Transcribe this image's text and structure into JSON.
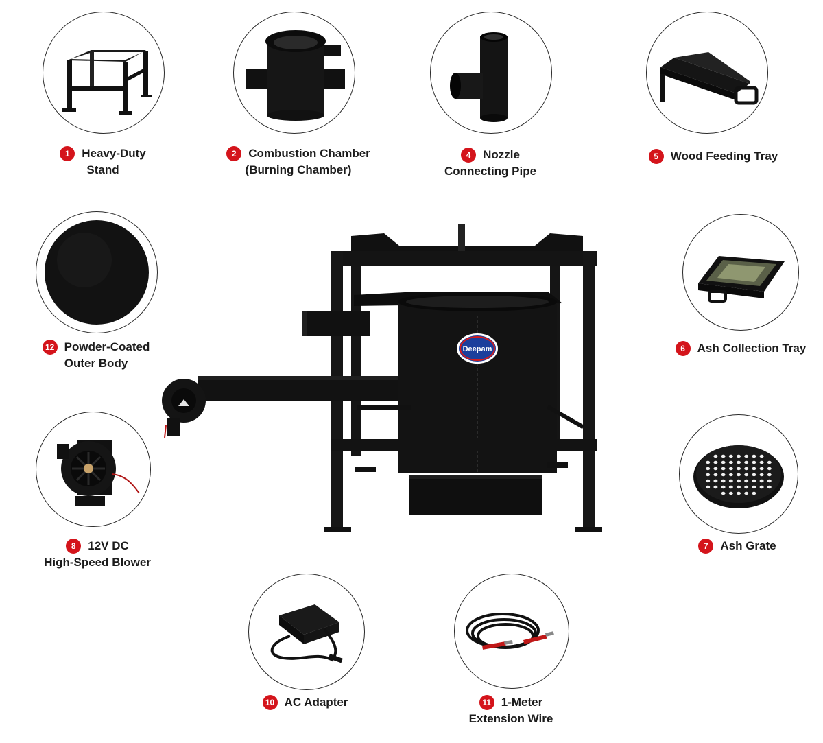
{
  "brand": {
    "logo_text": "Deepam"
  },
  "parts": [
    {
      "number": "1",
      "line1": "Heavy-Duty",
      "line2": "Stand",
      "icon": "stand-icon"
    },
    {
      "number": "2",
      "line1": "Combustion Chamber",
      "line2": "(Burning Chamber)",
      "icon": "combustion-chamber-icon"
    },
    {
      "number": "4",
      "line1": "Nozzle",
      "line2": "Connecting Pipe",
      "icon": "nozzle-pipe-icon"
    },
    {
      "number": "5",
      "line1": "Wood Feeding Tray",
      "line2": "",
      "icon": "feeding-tray-icon"
    },
    {
      "number": "12",
      "line1": "Powder-Coated",
      "line2": "Outer Body",
      "icon": "powder-coat-icon"
    },
    {
      "number": "6",
      "line1": "Ash Collection Tray",
      "line2": "",
      "icon": "ash-tray-icon"
    },
    {
      "number": "8",
      "line1": "12V DC",
      "line2": "High-Speed Blower",
      "icon": "blower-icon"
    },
    {
      "number": "7",
      "line1": "Ash Grate",
      "line2": "",
      "icon": "ash-grate-icon"
    },
    {
      "number": "10",
      "line1": "AC Adapter",
      "line2": "",
      "icon": "ac-adapter-icon"
    },
    {
      "number": "11",
      "line1": "1-Meter",
      "line2": "Extension Wire",
      "icon": "extension-wire-icon"
    }
  ]
}
